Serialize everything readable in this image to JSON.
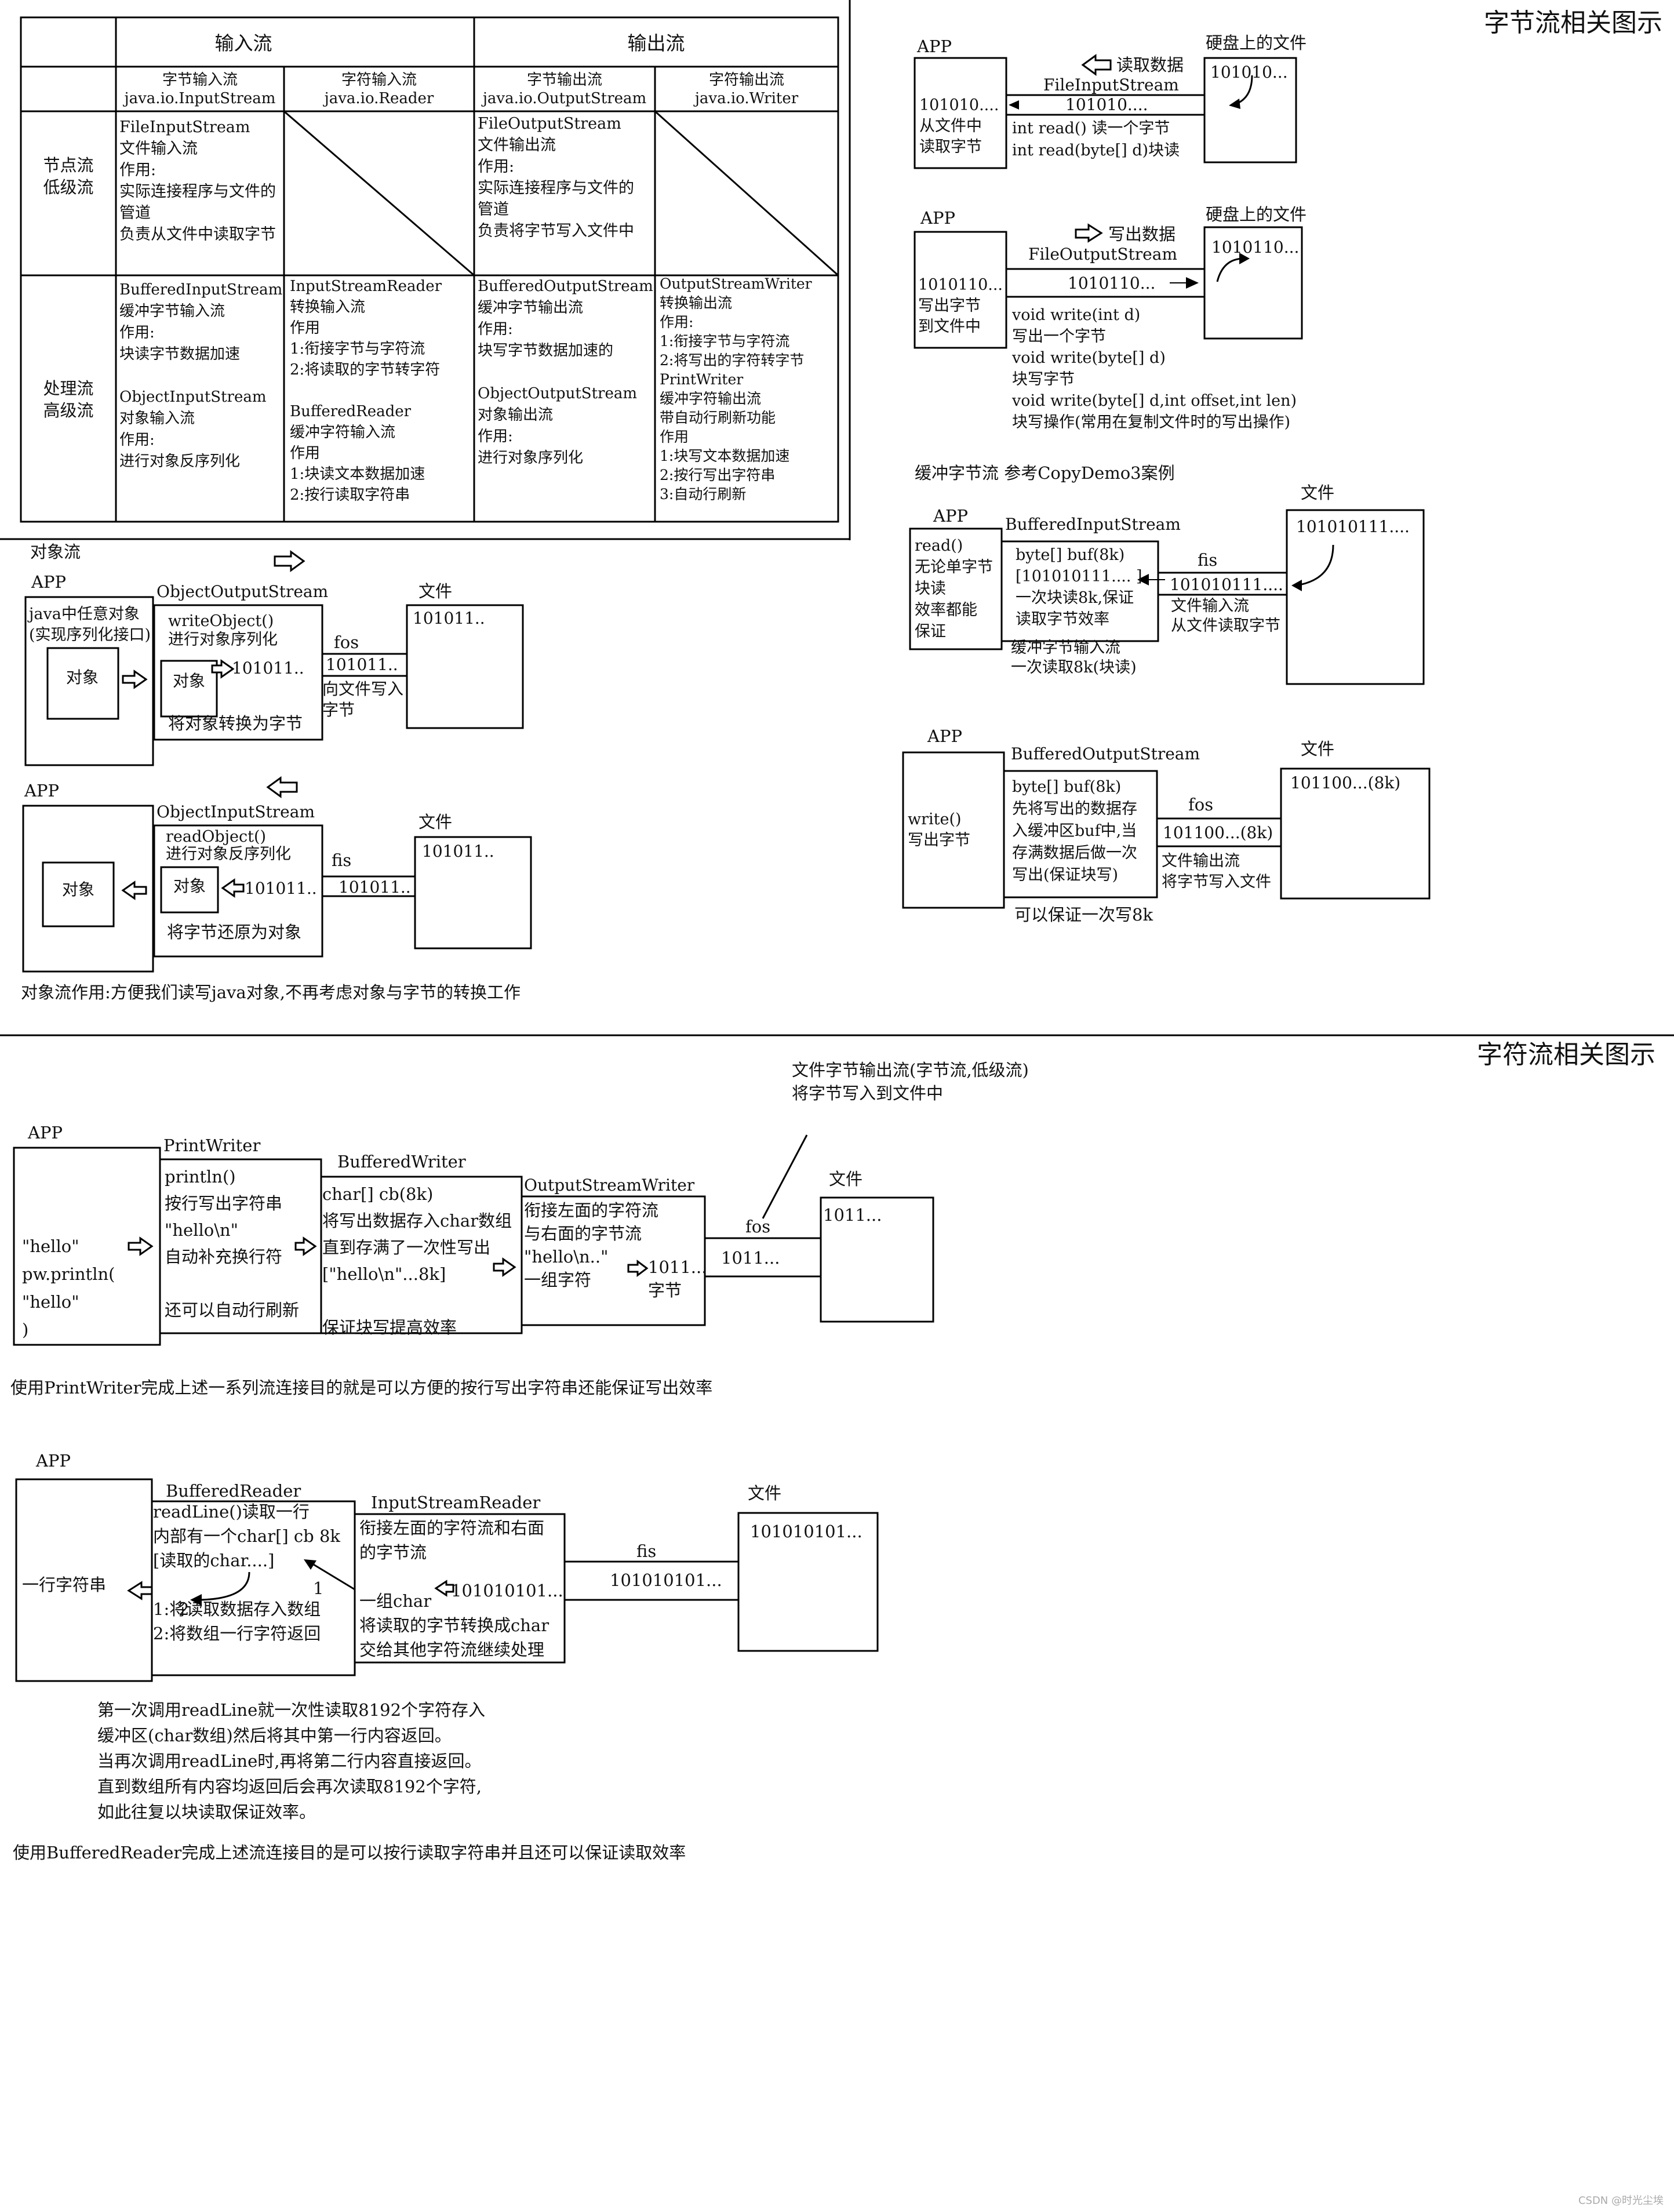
{
  "io_table": {
    "header_input": "输入流",
    "header_output": "输出流",
    "sub_byte_input": [
      "字节输入流",
      "java.io.InputStream"
    ],
    "sub_char_input": [
      "字符输入流",
      "java.io.Reader"
    ],
    "sub_byte_output": [
      "字节输出流",
      "java.io.OutputStream"
    ],
    "sub_char_output": [
      "字符输出流",
      "java.io.Writer"
    ],
    "row_node": [
      "节点流",
      "低级流"
    ],
    "row_processing": [
      "处理流",
      "高级流"
    ],
    "node_byte_input": [
      "FileInputStream",
      "文件输入流",
      "作用:",
      "实际连接程序与文件的",
      "管道",
      "负责从文件中读取字节"
    ],
    "node_byte_output": [
      "FileOutputStream",
      "文件输出流",
      "作用:",
      "实际连接程序与文件的",
      "管道",
      "负责将字节写入文件中"
    ],
    "proc_byte_input": [
      "BufferedInputStream",
      "缓冲字节输入流",
      "作用:",
      "块读字节数据加速",
      "",
      "ObjectInputStream",
      "对象输入流",
      "作用:",
      "进行对象反序列化"
    ],
    "proc_char_input": [
      "InputStreamReader",
      "转换输入流",
      "作用",
      "1:衔接字节与字符流",
      "2:将读取的字节转字符",
      "",
      "BufferedReader",
      "缓冲字符输入流",
      "作用",
      "1:块读文本数据加速",
      "2:按行读取字符串"
    ],
    "proc_byte_output": [
      "BufferedOutputStream",
      "缓冲字节输出流",
      "作用:",
      "块写字节数据加速的",
      "",
      "ObjectOutputStream",
      "对象输出流",
      "作用:",
      "进行对象序列化"
    ],
    "proc_char_output": [
      "OutputStreamWriter",
      "转换输出流",
      "作用:",
      "1:衔接字节与字符流",
      "2:将写出的字符转字节",
      "PrintWriter",
      "缓冲字符输出流",
      "带自动行刷新功能",
      "作用",
      "1:块写文本数据加速",
      "2:按行写出字符串",
      "3:自动行刷新"
    ]
  },
  "byte_stream": {
    "title": "字节流相关图示",
    "fis": {
      "app": "APP",
      "disk": "硬盘上的文件",
      "read_label": "读取数据",
      "stream": "FileInputStream",
      "app_text": [
        "101010....",
        "从文件中",
        "读取字节"
      ],
      "pipe_data": "101010....",
      "methods": [
        "int read() 读一个字节",
        "int read(byte[] d)块读"
      ],
      "file_data": "101010..."
    },
    "fos": {
      "app": "APP",
      "disk": "硬盘上的文件",
      "write_label": "写出数据",
      "stream": "FileOutputStream",
      "app_text": [
        "1010110...",
        "写出字节",
        "到文件中"
      ],
      "pipe_data": "1010110...",
      "file_data": "1010110...",
      "methods": [
        "void write(int d)",
        "写出一个字节",
        "void write(byte[] d)",
        "块写字节",
        "void write(byte[] d,int offset,int len)",
        "块写操作(常用在复制文件时的写出操作)"
      ]
    },
    "buffered_note": "缓冲字节流  参考CopyDemo3案例",
    "bis": {
      "app": "APP",
      "stream": "BufferedInputStream",
      "file": "文件",
      "fis": "fis",
      "app_text": [
        "read()",
        "无论单字节",
        "块读",
        "效率都能",
        "保证"
      ],
      "buf_text": [
        "byte[] buf(8k)",
        "[101010111....  ]",
        "一次块读8k,保证",
        "读取字节效率"
      ],
      "pipe_data": "101010111....",
      "fis_desc": [
        "文件输入流",
        "从文件读取字节"
      ],
      "file_data": "101010111....",
      "below": [
        "缓冲字节输入流",
        "一次读取8k(块读)"
      ]
    },
    "bos": {
      "app": "APP",
      "stream": "BufferedOutputStream",
      "file": "文件",
      "fos": "fos",
      "app_text": [
        "write()",
        "写出字节"
      ],
      "buf_text": [
        "byte[] buf(8k)",
        "先将写出的数据存",
        "入缓冲区buf中,当",
        "存满数据后做一次",
        "写出(保证块写)"
      ],
      "pipe_data": "101100...(8k)",
      "fos_desc": [
        "文件输出流",
        "将字节写入文件"
      ],
      "file_data": "101100...(8k)",
      "below": "可以保证一次写8k"
    }
  },
  "object_stream": {
    "title": "对象流",
    "oos": {
      "app": "APP",
      "stream": "ObjectOutputStream",
      "file": "文件",
      "app_text": [
        "java中任意对象",
        "(实现序列化接口)"
      ],
      "obj": "对象",
      "inner_obj": "对象",
      "method": [
        "writeObject()",
        "进行对象序列化"
      ],
      "bytes": "101011..",
      "below": "将对象转换为字节",
      "fos": "fos",
      "pipe_data": "101011..",
      "fos_desc": [
        "向文件写入",
        "字节"
      ],
      "file_data": "101011.."
    },
    "ois": {
      "app": "APP",
      "stream": "ObjectInputStream",
      "file": "文件",
      "obj": "对象",
      "inner_obj": "对象",
      "method": [
        "readObject()",
        "进行对象反序列化"
      ],
      "bytes": "101011..",
      "below": "将字节还原为对象",
      "fis": "fis",
      "pipe_data": "101011..",
      "file_data": "101011.."
    },
    "note": "对象流作用:方便我们读写java对象,不再考虑对象与字节的转换工作"
  },
  "char_stream": {
    "title": "字符流相关图示",
    "writer_chain": {
      "callout": [
        "文件字节输出流(字节流,低级流)",
        "将字节写入到文件中"
      ],
      "app": "APP",
      "app_text": [
        "\"hello\"",
        "pw.println(",
        "\"hello\"",
        ")"
      ],
      "pw": "PrintWriter",
      "pw_text": [
        "println()",
        "按行写出字符串",
        "\"hello\\n\"",
        "自动补充换行符",
        "",
        "还可以自动行刷新"
      ],
      "bw": "BufferedWriter",
      "bw_text": [
        "char[] cb(8k)",
        "将写出数据存入char数组",
        "直到存满了一次性写出",
        "[\"hello\\n\"...8k]",
        "",
        "保证块写提高效率"
      ],
      "osw": "OutputStreamWriter",
      "osw_text": [
        "衔接左面的字符流",
        "与右面的字节流",
        "\"hello\\n..\"",
        "一组字符"
      ],
      "osw_bytes": [
        "1011...",
        "字节"
      ],
      "fos": "fos",
      "pipe_data": "1011...",
      "file": "文件",
      "file_data": "1011...",
      "note": "使用PrintWriter完成上述一系列流连接目的就是可以方便的按行写出字符串还能保证写出效率"
    },
    "reader_chain": {
      "app": "APP",
      "app_text": "一行字符串",
      "br": "BufferedReader",
      "br_text": [
        "readLine()读取一行",
        "内部有一个char[] cb 8k",
        "[读取的char....]",
        "",
        "1:将读取数据存入数组",
        "2:将数组一行字符返回"
      ],
      "num1": "1",
      "num2": "2",
      "isr": "InputStreamReader",
      "isr_text": [
        "衔接左面的字符流和右面",
        "的字节流",
        "",
        "一组char",
        "将读取的字节转换成char",
        "交给其他字符流继续处理"
      ],
      "isr_bytes": "101010101...",
      "fis": "fis",
      "pipe_data": "101010101...",
      "file": "文件",
      "file_data": "101010101...",
      "desc": [
        "第一次调用readLine就一次性读取8192个字符存入",
        "缓冲区(char数组)然后将其中第一行内容返回。",
        "当再次调用readLine时,再将第二行内容直接返回。",
        "直到数组所有内容均返回后会再次读取8192个字符,",
        "如此往复以块读取保证效率。"
      ],
      "note": "使用BufferedReader完成上述流连接目的是可以按行读取字符串并且还可以保证读取效率"
    }
  },
  "watermark": "CSDN @时光尘埃"
}
